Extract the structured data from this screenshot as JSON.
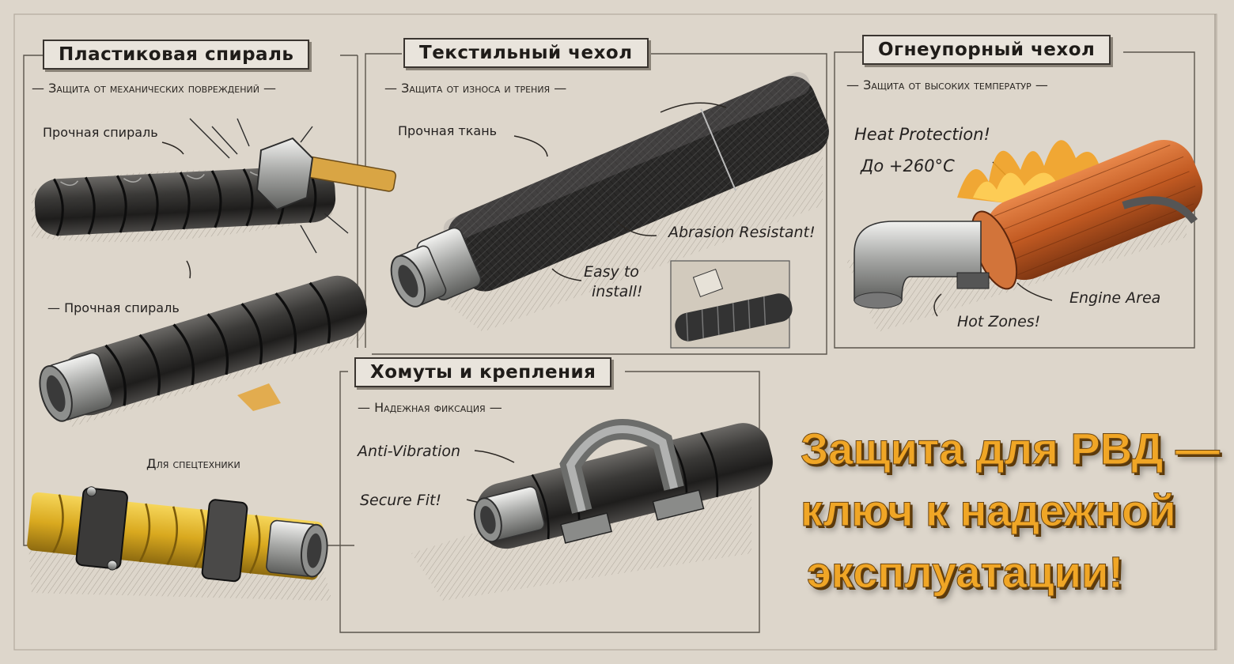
{
  "panels": {
    "spiral": {
      "title": "Пластиковая спираль",
      "subtitle": "— Защита от механических повреждений —",
      "callout_top": "Прочная спираль",
      "callout_mid": "— Прочная спираль",
      "callout_bottom": "Для спецтехники"
    },
    "textile": {
      "title": "Текстильный чехол",
      "subtitle": "— Защита от износа и трения —",
      "callout_fabric": "Прочная ткань",
      "callout_abrasion": "Abrasion Resistant!",
      "callout_install_1": "Easy to",
      "callout_install_2": "install!"
    },
    "fireproof": {
      "title": "Огнеупорный чехол",
      "subtitle": "— Защита от высоких температур —",
      "callout_heat": "Heat Protection!",
      "callout_temp": "До +260°C",
      "callout_engine": "Engine Area",
      "callout_hot": "Hot Zones!"
    },
    "clamps": {
      "title": "Хомуты и крепления",
      "subtitle": "— Надежная фиксация —",
      "callout_vibration": "Anti-Vibration",
      "callout_fit": "Secure Fit!"
    }
  },
  "slogan": {
    "line1": "Защита для РВД —",
    "line2": "ключ к надежной",
    "line3": "эксплуатации!"
  },
  "colors": {
    "paper": "#ddd6cb",
    "ink": "#2a2622",
    "hose_dark": "#2d2c2b",
    "steel": "#b9bab8",
    "fire_sleeve": "#c9652a",
    "flame": "#f2a224",
    "yellow_spiral": "#e4b62a",
    "slogan_orange": "#f0a626"
  }
}
